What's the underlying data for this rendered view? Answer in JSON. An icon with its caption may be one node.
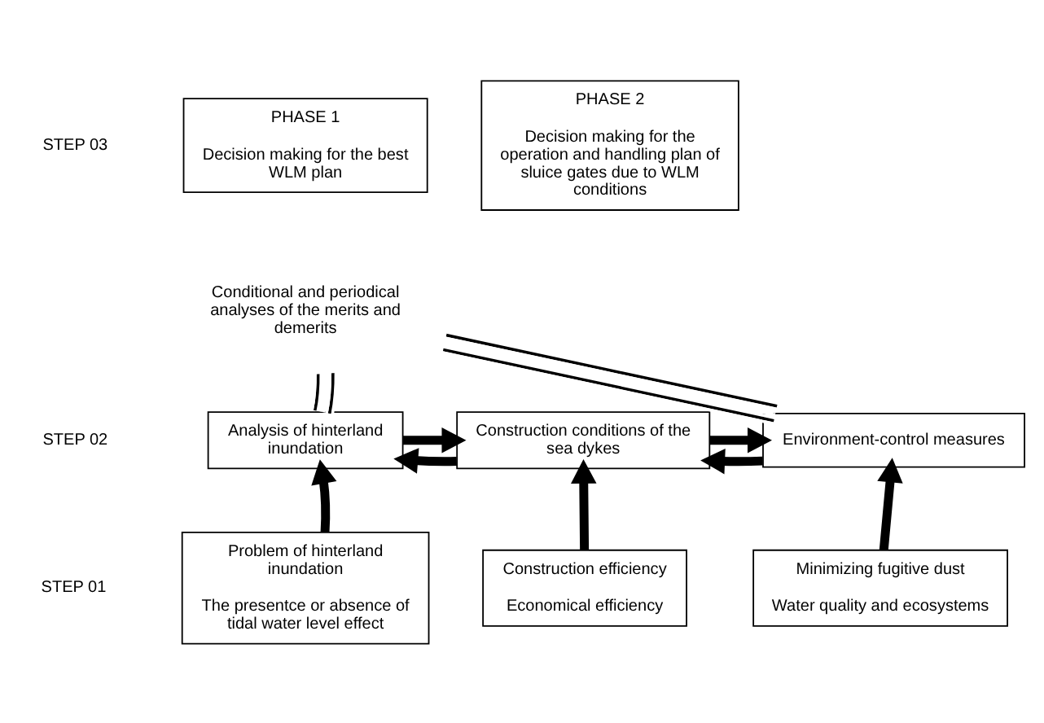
{
  "diagram": {
    "nodes": [
      {
        "text": [
          "PHASE 1",
          "Decision making for the best WLM plan"
        ]
      },
      {
        "text": [
          "PHASE 2",
          "Decision making for the operation and handling plan of sluice gates due to WLM conditions"
        ]
      },
      {
        "text": [
          "Conditional and periodical analyses of the merits and demerits"
        ]
      },
      {
        "text": [
          "Analysis of hinterland inundation"
        ]
      },
      {
        "text": [
          "Construction conditions of the sea dykes"
        ]
      },
      {
        "text": [
          "Environment-control measures"
        ]
      },
      {
        "text": [
          "Problem of hinterland inundation",
          "The presentce or absence of tidal water level effect"
        ]
      },
      {
        "text": [
          "Construction efficiency",
          "Economical efficiency"
        ]
      },
      {
        "text": [
          "Minimizing fugitive dust",
          "Water quality and ecosystems"
        ]
      }
    ],
    "edges": [
      {
        "from": 3,
        "to": 2,
        "arrow": "to",
        "color": "#ffffff"
      },
      {
        "from": 5,
        "to": 2,
        "arrow": "to",
        "color": "#ffffff"
      },
      {
        "from": 3,
        "to": 4,
        "arrow": "to"
      },
      {
        "from": 4,
        "to": 3,
        "arrow": "to"
      },
      {
        "from": 4,
        "to": 5,
        "arrow": "to"
      },
      {
        "from": 5,
        "to": 4,
        "arrow": "to"
      },
      {
        "from": 6,
        "to": 3,
        "arrow": "to"
      },
      {
        "from": 7,
        "to": 4,
        "arrow": "to"
      },
      {
        "from": 8,
        "to": 5,
        "arrow": "to"
      }
    ],
    "labels": [
      "STEP 03",
      "STEP 02",
      "STEP 01"
    ]
  }
}
